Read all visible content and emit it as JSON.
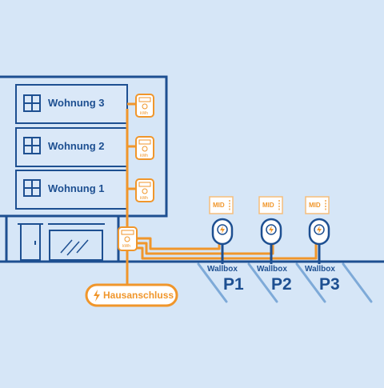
{
  "building": {
    "apartments": [
      {
        "label": "Wohnung 3"
      },
      {
        "label": "Wohnung 2"
      },
      {
        "label": "Wohnung 1"
      }
    ]
  },
  "meters": {
    "unit": "kWh"
  },
  "house_connection": {
    "label": "Hausanschluss"
  },
  "wallboxes": [
    {
      "meter_label": "MID",
      "box_label": "Wallbox",
      "space": "P1"
    },
    {
      "meter_label": "MID",
      "box_label": "Wallbox",
      "space": "P2"
    },
    {
      "meter_label": "MID",
      "box_label": "Wallbox",
      "space": "P3"
    }
  ],
  "colors": {
    "background": "#d6e6f7",
    "structure": "#1d4f91",
    "power": "#f0962b",
    "apartment_fill": "#dae8f8"
  }
}
